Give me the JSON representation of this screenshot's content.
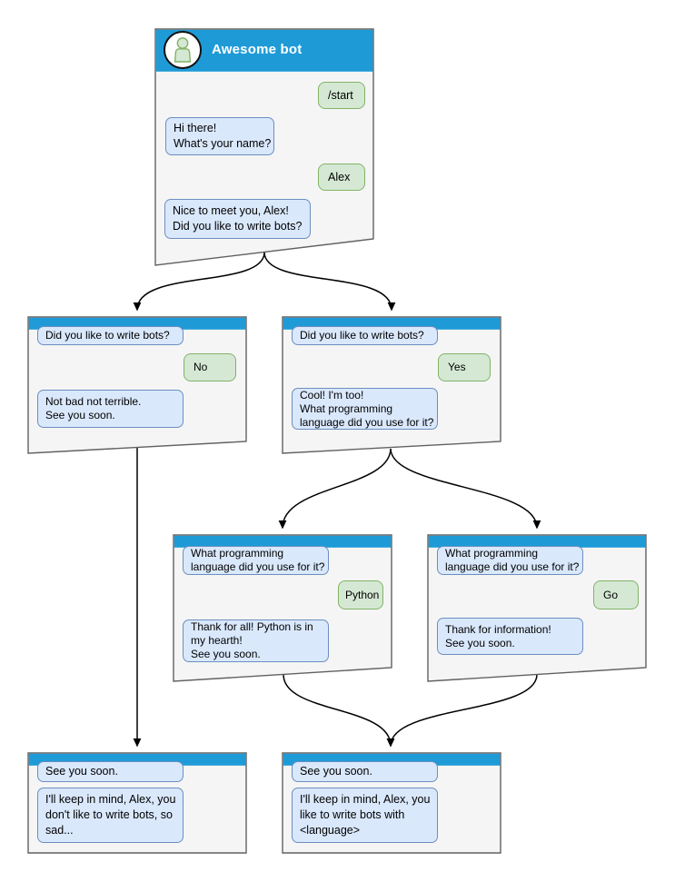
{
  "diagram": {
    "kind": "chat-bot conversation flowchart",
    "colors": {
      "header_blue": "#1e9bd7",
      "window_fill": "#f5f5f5",
      "window_border": "#616161",
      "bot_bubble_fill": "#dae8fc",
      "bot_bubble_border": "#6c8ebf",
      "user_bubble_fill": "#d5e8d4",
      "user_bubble_border": "#82b366",
      "connector": "#000000"
    },
    "connectors": [
      {
        "from": "start-window",
        "to": "no-window"
      },
      {
        "from": "start-window",
        "to": "yes-window"
      },
      {
        "from": "no-window",
        "to": "end-no-window"
      },
      {
        "from": "yes-window",
        "to": "python-window"
      },
      {
        "from": "yes-window",
        "to": "go-window"
      },
      {
        "from": "python-window",
        "to": "end-yes-window"
      },
      {
        "from": "go-window",
        "to": "end-yes-window"
      }
    ]
  },
  "windows": [
    {
      "name": "start-window",
      "title": "Awesome bot",
      "avatar": "person-icon",
      "messages": [
        {
          "from": "user",
          "text": "/start"
        },
        {
          "from": "bot",
          "text": "Hi there!\nWhat's your name?"
        },
        {
          "from": "user",
          "text": "Alex"
        },
        {
          "from": "bot",
          "text": "Nice to meet you, Alex!\nDid you like to write bots?"
        }
      ]
    },
    {
      "name": "no-window",
      "messages": [
        {
          "from": "bot",
          "text": "Did you like to write bots?"
        },
        {
          "from": "user",
          "text": "No"
        },
        {
          "from": "bot",
          "text": "Not bad not terrible.\nSee you soon."
        }
      ]
    },
    {
      "name": "yes-window",
      "messages": [
        {
          "from": "bot",
          "text": "Did you like to write bots?"
        },
        {
          "from": "user",
          "text": "Yes"
        },
        {
          "from": "bot",
          "text": "Cool! I'm too!\nWhat programming\nlanguage did you use for it?"
        }
      ]
    },
    {
      "name": "python-window",
      "messages": [
        {
          "from": "bot",
          "text": "What programming\nlanguage did you use for it?"
        },
        {
          "from": "user",
          "text": "Python"
        },
        {
          "from": "bot",
          "text": "Thank for all! Python is in\nmy hearth!\nSee you soon."
        }
      ]
    },
    {
      "name": "go-window",
      "messages": [
        {
          "from": "bot",
          "text": "What programming\nlanguage did you use for it?"
        },
        {
          "from": "user",
          "text": "Go"
        },
        {
          "from": "bot",
          "text": "Thank for information!\nSee you soon."
        }
      ]
    },
    {
      "name": "end-no-window",
      "messages": [
        {
          "from": "bot",
          "text": "See you soon."
        },
        {
          "from": "bot",
          "text": "I'll keep in mind, Alex, you\ndon't like to write bots, so\nsad..."
        }
      ]
    },
    {
      "name": "end-yes-window",
      "messages": [
        {
          "from": "bot",
          "text": "See you soon."
        },
        {
          "from": "bot",
          "text": "I'll keep in mind, Alex, you\nlike to write bots with\n<language>"
        }
      ]
    }
  ]
}
